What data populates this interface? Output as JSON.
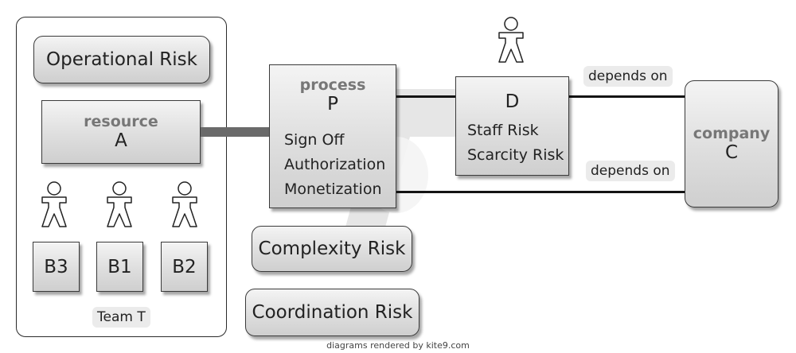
{
  "team": {
    "label": "Team T",
    "risk": "Operational Risk",
    "resource": {
      "kind": "resource",
      "name": "A"
    },
    "members": [
      "B3",
      "B1",
      "B2"
    ]
  },
  "process": {
    "kind": "process",
    "name": "P",
    "risks": [
      "Sign Off",
      "Authorization",
      "Monetization"
    ],
    "attached_risks": [
      "Complexity Risk",
      "Coordination Risk"
    ]
  },
  "person_d": {
    "name": "D",
    "risks": [
      "Staff Risk",
      "Scarcity Risk"
    ]
  },
  "company": {
    "kind": "company",
    "name": "C"
  },
  "links": [
    "depends on",
    "depends on"
  ],
  "footer": "diagrams rendered by kite9.com",
  "colors": {
    "box_fill": "#dedede",
    "border": "#3a3a3a",
    "kind_label": "#777777",
    "chip": "#ebebeb"
  }
}
